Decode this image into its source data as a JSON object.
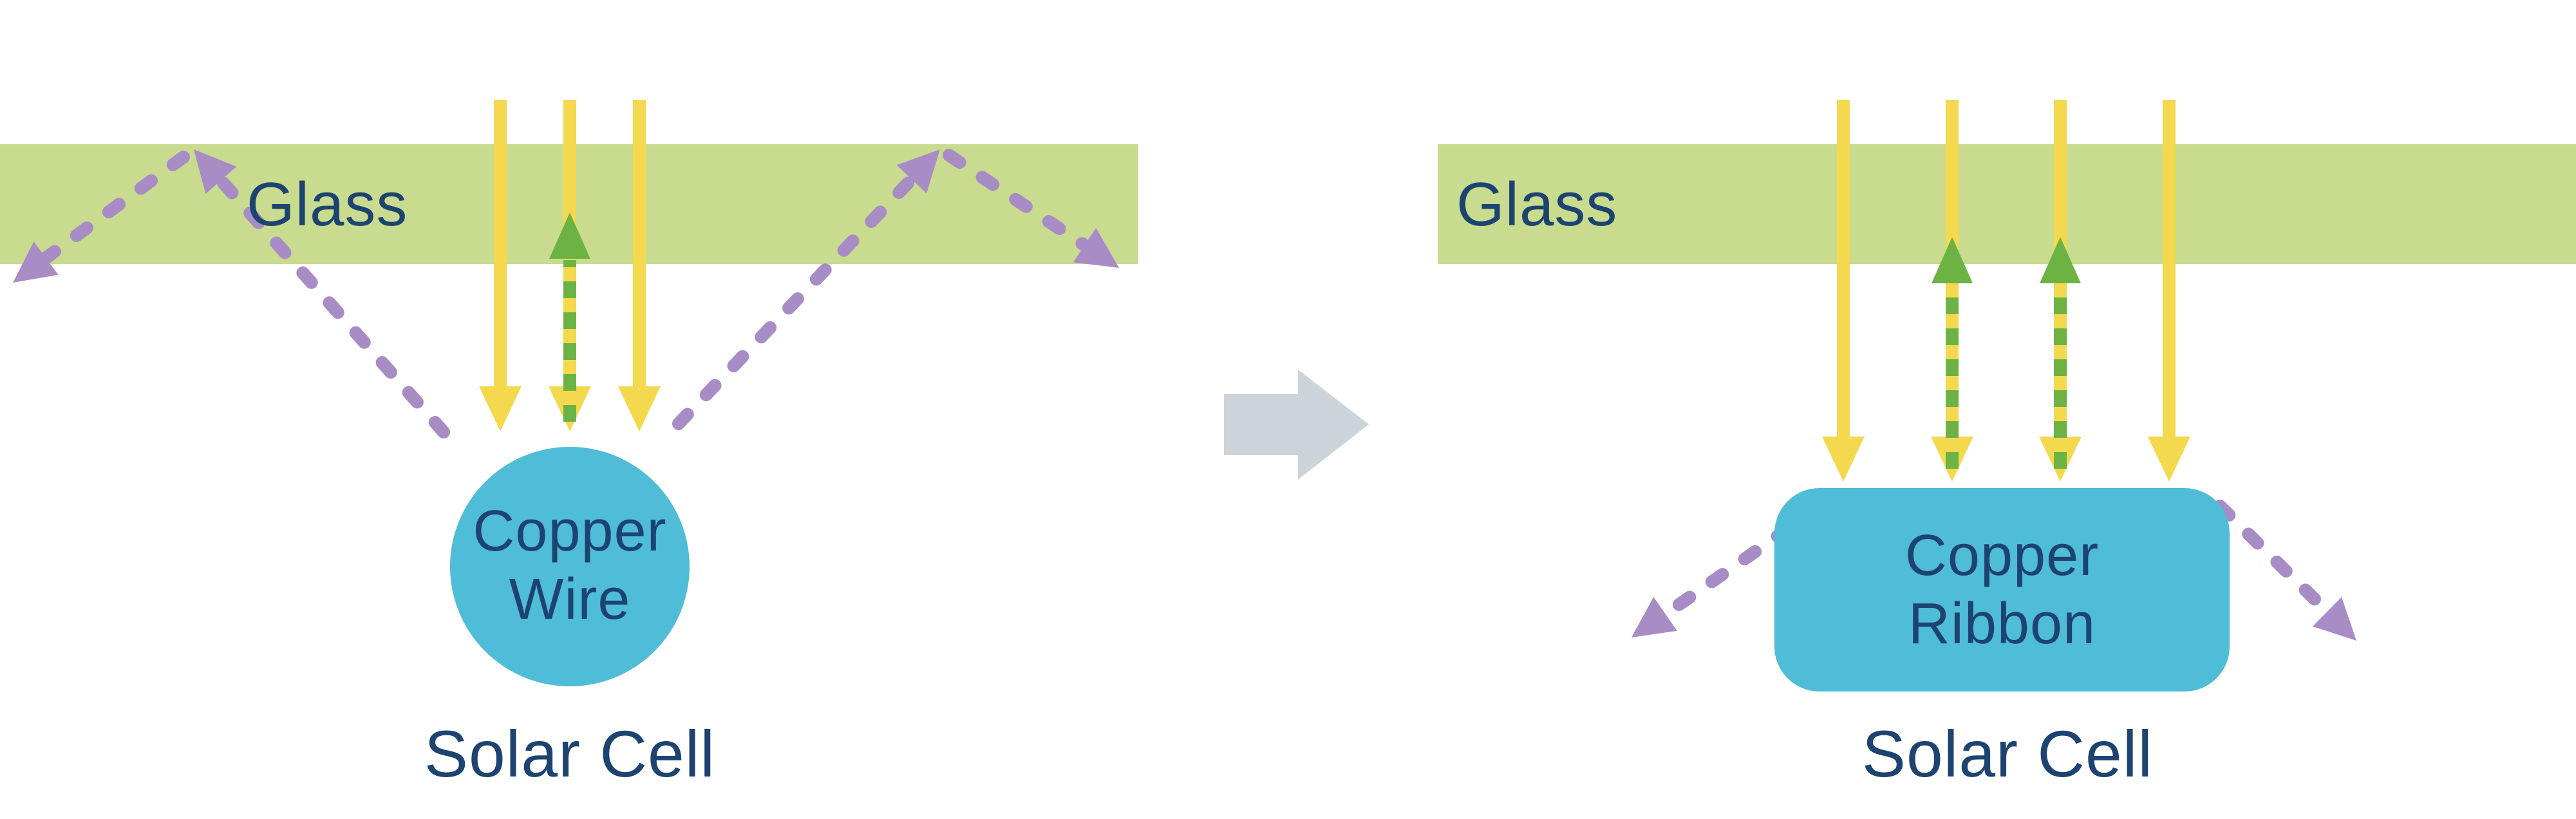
{
  "diagram": {
    "left": {
      "glass_label": "Glass",
      "conductor_label": "Copper\nWire",
      "cell_label": "Solar Cell"
    },
    "right": {
      "glass_label": "Glass",
      "conductor_label": "Copper\nRibbon",
      "cell_label": "Solar Cell"
    }
  },
  "colors": {
    "background": "#ffffff",
    "glass": "#c8db8f",
    "yellow": "#f4d94f",
    "green": "#6db344",
    "purple": "#a88cc5",
    "teal": "#4fbcd8",
    "gray": "#ccd4d9",
    "navy": "#1d4370"
  }
}
